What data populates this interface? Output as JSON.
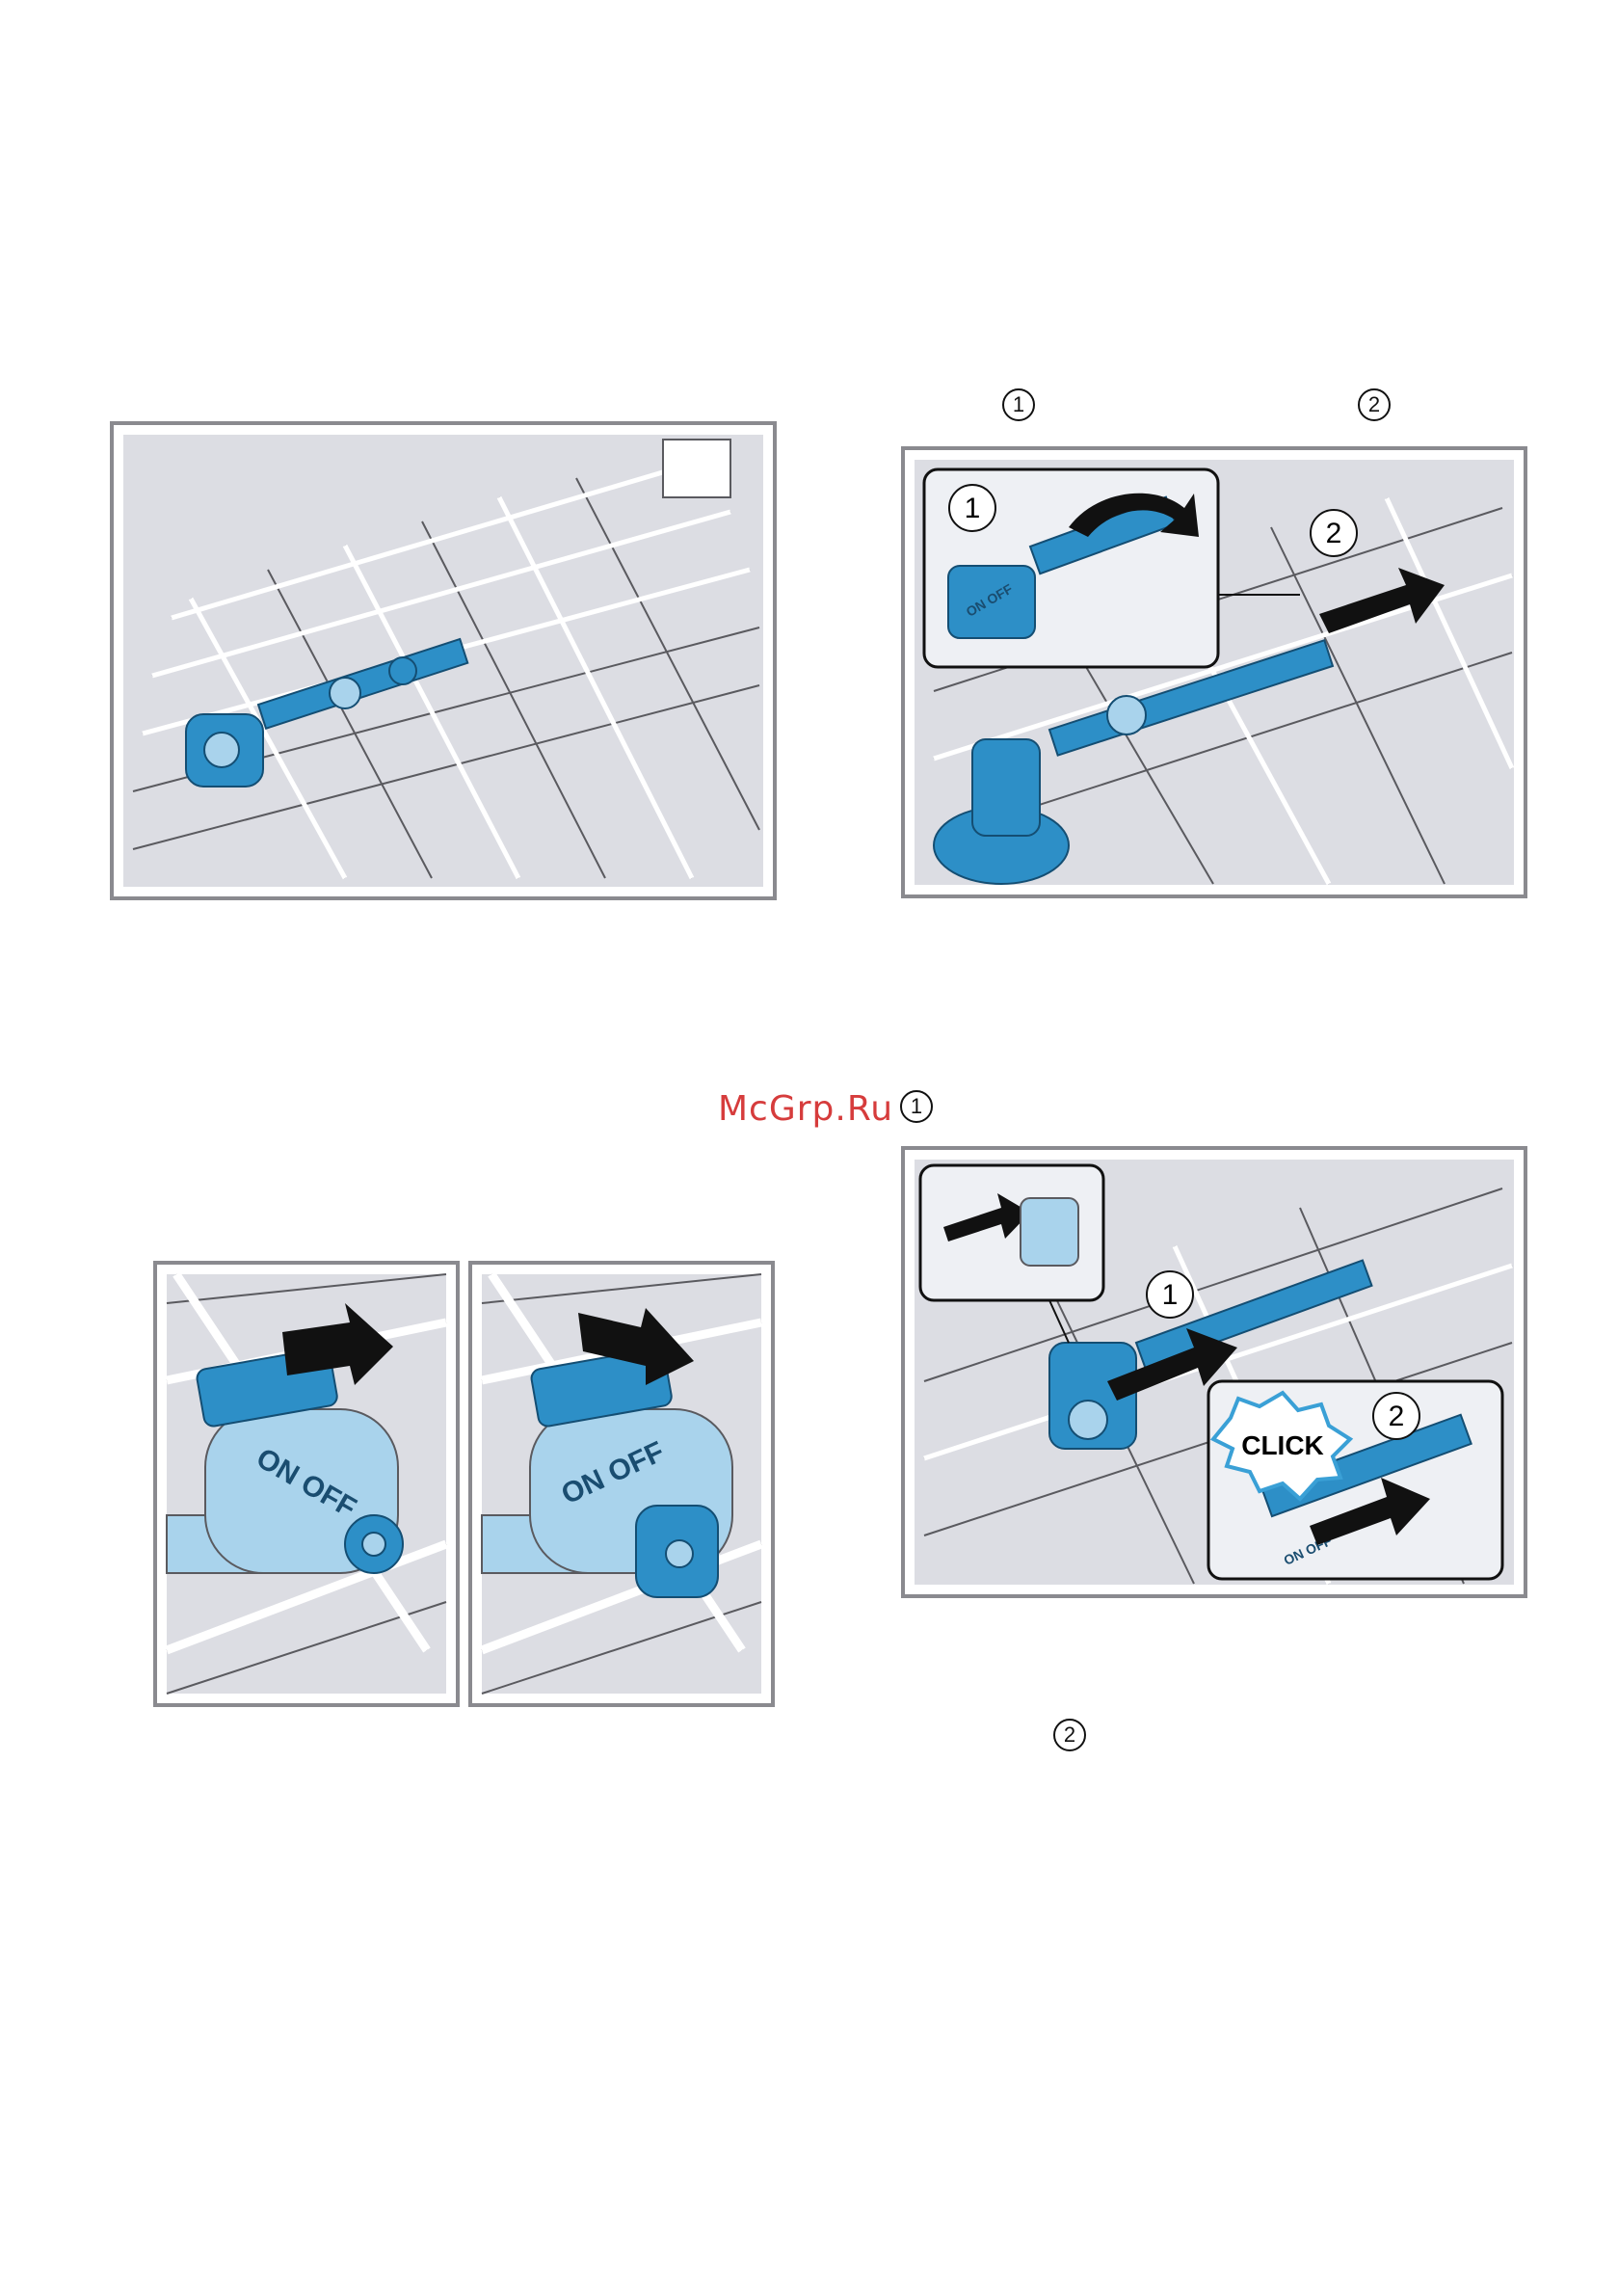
{
  "markers": {
    "fig2_step1": "1",
    "fig2_step2": "2",
    "fig3_step1": "1",
    "fig3_step2": "2"
  },
  "watermark": "McGrp.Ru",
  "illustrations": {
    "fig2": {
      "step1": "1",
      "step2": "2",
      "valve_label": "ON OFF"
    },
    "fig3": {
      "step1": "1",
      "step2": "2",
      "click": "CLICK",
      "valve_label": "ON OFF"
    },
    "fig4a": {
      "valve_label": "ON OFF"
    },
    "fig4b": {
      "valve_label": "ON OFF"
    }
  },
  "colors": {
    "frame": "#8a8a8f",
    "panel": "#dcdde3",
    "wire": "#ffffff",
    "wire_outline": "#5a5a5f",
    "part_blue": "#2d8fc7",
    "part_light_blue": "#a9d3ec",
    "arrow": "#111111",
    "click_star": "#3aa0d6",
    "watermark": "#d63c3c"
  }
}
